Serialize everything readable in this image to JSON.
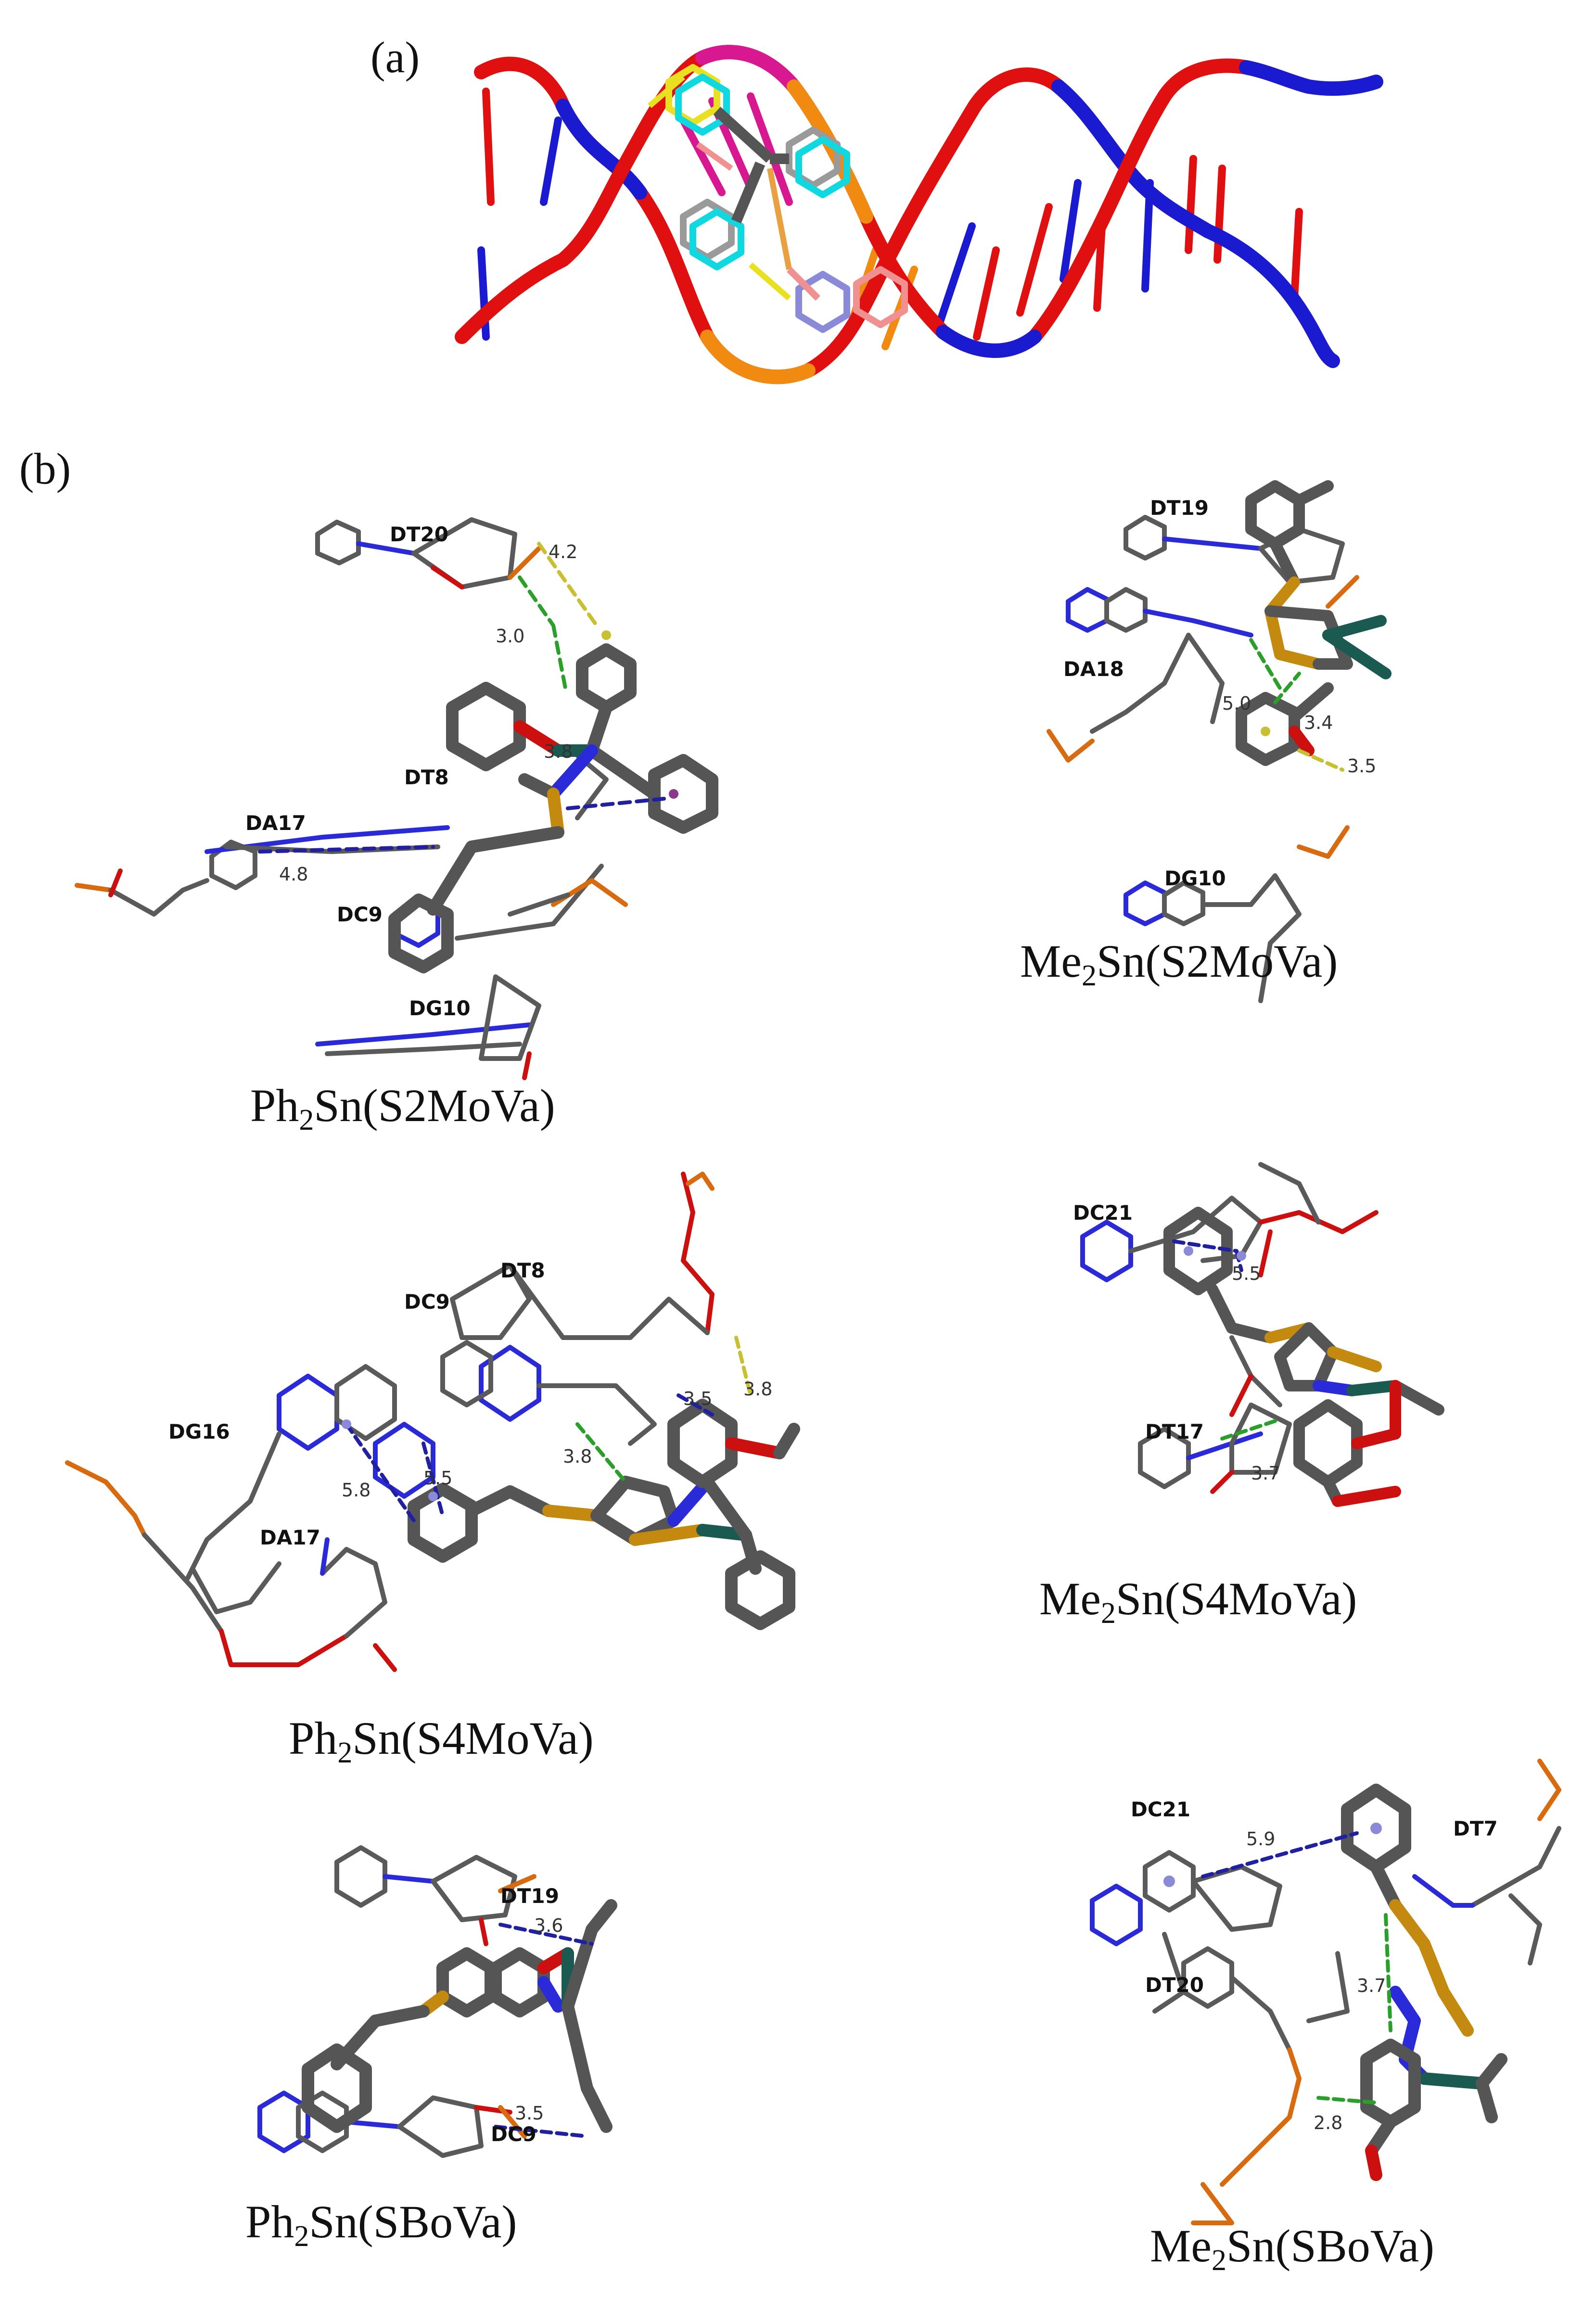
{
  "panel_a": {
    "label": "(a)"
  },
  "panel_b": {
    "label": "(b)"
  },
  "colors": {
    "strand_red": "#e01010",
    "strand_blue": "#1a1ad0",
    "strand_orange": "#f08a10",
    "strand_magenta": "#d81890",
    "ligand_gray": "#555555",
    "ligand_cyan": "#10d8e0",
    "ligand_yellow": "#e8e020",
    "ligand_pink": "#f09090",
    "residue_gray": "#5a5a5a",
    "oxygen_red": "#cc1010",
    "nitrogen_blue": "#2a2ad8",
    "phosphorus_orange": "#d86a10",
    "sulfur_gold": "#c48a10",
    "tin_teal": "#1a5a50",
    "hbond_green": "#2aa02a",
    "pi_blue": "#2020a0",
    "pi_yellow": "#c8c030"
  },
  "complexes": [
    {
      "caption_prefix": "Ph",
      "caption_sub": "2",
      "caption_suffix": "Sn(S2MoVa)",
      "residues": [
        "DT20",
        "DT8",
        "DA17",
        "DC9",
        "DG10"
      ],
      "distances": [
        "4.2",
        "3.0",
        "3.8",
        "4.8"
      ]
    },
    {
      "caption_prefix": "Me",
      "caption_sub": "2",
      "caption_suffix": "Sn(S2MoVa)",
      "residues": [
        "DT19",
        "DA18",
        "DG10"
      ],
      "distances": [
        "5.0",
        "3.4",
        "3.5"
      ]
    },
    {
      "caption_prefix": "Ph",
      "caption_sub": "2",
      "caption_suffix": "Sn(S4MoVa)",
      "residues": [
        "DC9",
        "DT8",
        "DG16",
        "DA17"
      ],
      "distances": [
        "3.5",
        "3.8",
        "3.8",
        "5.8",
        "5.5"
      ]
    },
    {
      "caption_prefix": "Me",
      "caption_sub": "2",
      "caption_suffix": "Sn(S4MoVa)",
      "residues": [
        "DC21",
        "DT17"
      ],
      "distances": [
        "5.5",
        "3.7"
      ]
    },
    {
      "caption_prefix": "Ph",
      "caption_sub": "2",
      "caption_suffix": "Sn(SBoVa)",
      "residues": [
        "DT19",
        "DC9"
      ],
      "distances": [
        "3.6",
        "3.5"
      ]
    },
    {
      "caption_prefix": "Me",
      "caption_sub": "2",
      "caption_suffix": "Sn(SBoVa)",
      "residues": [
        "DC21",
        "DT7",
        "DT20"
      ],
      "distances": [
        "5.9",
        "3.7",
        "2.8"
      ]
    }
  ]
}
